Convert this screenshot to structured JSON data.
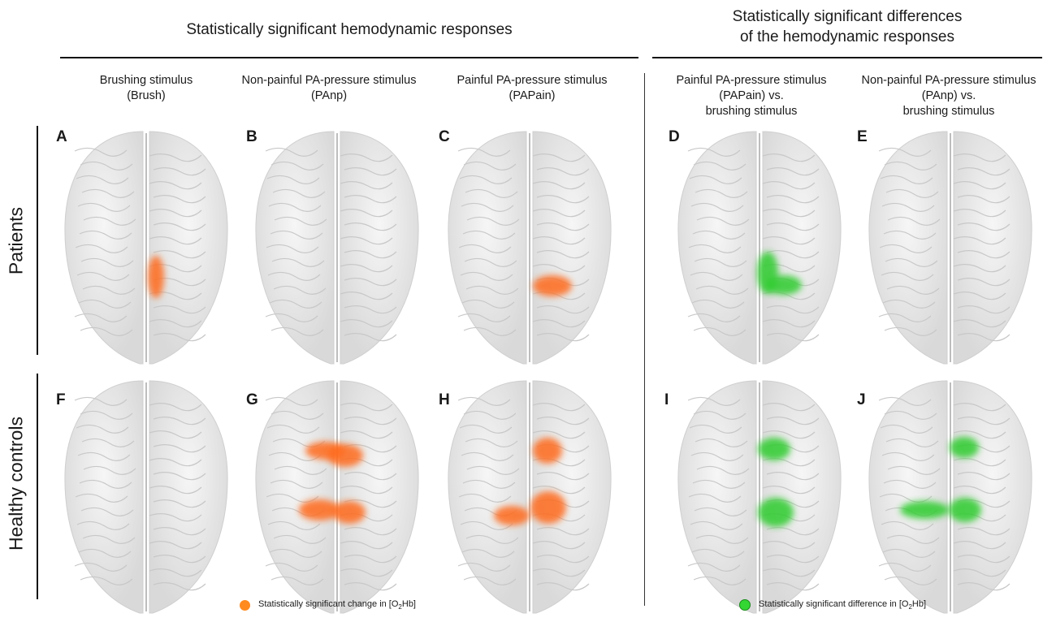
{
  "headers": {
    "left": "Statistically significant hemodynamic responses",
    "right_line1": "Statistically significant differences",
    "right_line2": "of the hemodynamic responses"
  },
  "columns": [
    {
      "line1": "Brushing stimulus",
      "line2": "(Brush)",
      "line3": ""
    },
    {
      "line1": "Non-painful PA-pressure stimulus",
      "line2": "(PAnp)",
      "line3": ""
    },
    {
      "line1": "Painful PA-pressure stimulus",
      "line2": "(PAPain)",
      "line3": ""
    },
    {
      "line1": "Painful PA-pressure stimulus",
      "line2": "(PAPain) vs.",
      "line3": "brushing stimulus"
    },
    {
      "line1": "Non-painful PA-pressure stimulus",
      "line2": "(PAnp) vs.",
      "line3": "brushing stimulus"
    }
  ],
  "rows": {
    "patients": "Patients",
    "controls": "Healthy controls"
  },
  "panels": [
    "A",
    "B",
    "C",
    "D",
    "E",
    "F",
    "G",
    "H",
    "I",
    "J"
  ],
  "legend": {
    "orange_text": "Statistically significant change in [O",
    "green_text": "Statistically significant difference in [O",
    "sub": "2",
    "suffix": "Hb]"
  },
  "colors": {
    "activation": "#ff6a1a",
    "difference": "#2ecc2e",
    "brain": "#ececec"
  }
}
